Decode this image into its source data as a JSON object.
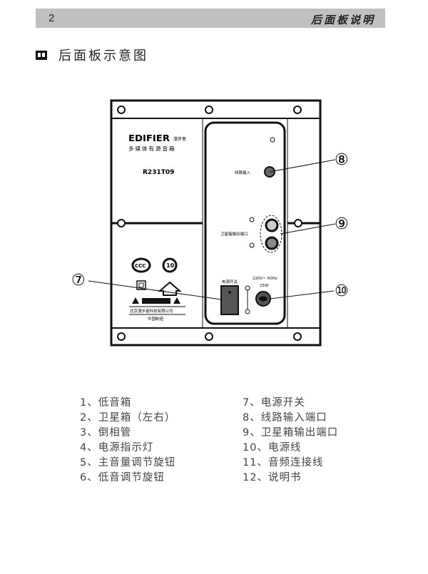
{
  "header": {
    "page_number": "2",
    "section_title": "后面板说明"
  },
  "section": {
    "icon": "book-icon",
    "title": "后面板示意图"
  },
  "diagram": {
    "brand": "EDIFIER",
    "brand_cn": "漫步者",
    "product_type": "多媒体有源音箱",
    "model": "R231T09",
    "line_in_label": "线路输入",
    "sat_out_label": "卫星箱输出端口",
    "switch_label": "电源开关",
    "power_rating": "220V~ 50Hz",
    "power_watt": "25W",
    "ccc_mark": "CCC",
    "eco_mark": "10",
    "company": "北京漫步者科技有限公司",
    "made_in": "中国制造",
    "callouts": [
      "⑦",
      "⑧",
      "⑨",
      "⑩"
    ]
  },
  "legend": {
    "left": [
      "1、低音箱",
      "2、卫星箱（左右）",
      "3、倒相管",
      "4、电源指示灯",
      "5、主音量调节旋钮",
      "6、低音调节旋钮"
    ],
    "right": [
      "7、电源开关",
      "8、线路输入端口",
      "9、卫星箱输出端口",
      "10、电源线",
      "11、音频连接线",
      "12、说明书"
    ]
  }
}
